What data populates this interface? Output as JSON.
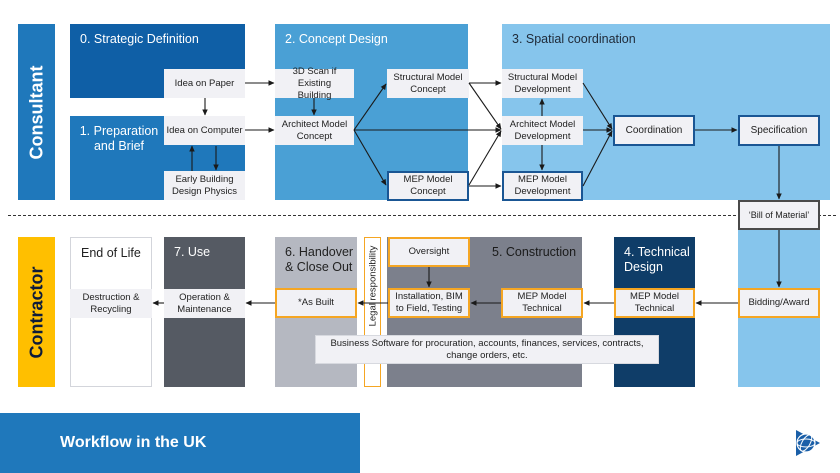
{
  "roles": {
    "consultant": "Consultant",
    "contractor": "Contractor"
  },
  "stages": {
    "s0": "0. Strategic Definition",
    "s1": "1. Preparation\nand Brief",
    "s2": "2. Concept Design",
    "s3": "3. Spatial coordination",
    "s4": "4. Technical\nDesign",
    "s5": "5. Construction",
    "s6": "6. Handover\n& Close Out",
    "s7": "7. Use",
    "eol": "End of Life"
  },
  "nodes": {
    "idea_paper": "Idea on Paper",
    "idea_computer": "Idea on Computer",
    "early_building": "Early Building\nDesign Physics",
    "scan3d": "3D Scan if Existing\nBuilding",
    "arch_concept": "Architect Model\nConcept",
    "struct_concept": "Structural Model\nConcept",
    "mep_concept": "MEP Model\nConcept",
    "struct_dev": "Structural Model\nDevelopment",
    "arch_dev": "Architect Model\nDevelopment",
    "mep_dev": "MEP Model\nDevelopment",
    "coordination": "Coordination",
    "specification": "Specification",
    "bill_of_material": "‘Bill of Material’",
    "bidding": "Bidding/Award",
    "mep_technical_4": "MEP Model\nTechnical",
    "mep_technical_5": "MEP Model\nTechnical",
    "installation": "Installation, BIM\nto Field, Testing",
    "oversight": "Oversight",
    "as_built": "*As Built",
    "operation": "Operation &\nMaintenance",
    "destruction": "Destruction &\nRecycling",
    "business_software": "Business Software for procuration, accounts, finances, services, contracts,\nchange orders, etc.",
    "legal": "Legal responsibility"
  },
  "footer": {
    "title": "Workflow in the UK",
    "logo_icon": "globe-triangle-logo-icon"
  },
  "colors": {
    "consultant": "#1f78bb",
    "contractor": "#ffbf00",
    "stage0": "#0f5fa6",
    "stage1": "#1f78bb",
    "stage2": "#4aa0d5",
    "stage3": "#86c5ec",
    "stage4": "#0f3d68",
    "stage5": "#7c808c",
    "stage6": "#b5b8c1",
    "stage7": "#555a63",
    "accent_orange": "#f5a623",
    "accent_blue_border": "#1a5694"
  }
}
